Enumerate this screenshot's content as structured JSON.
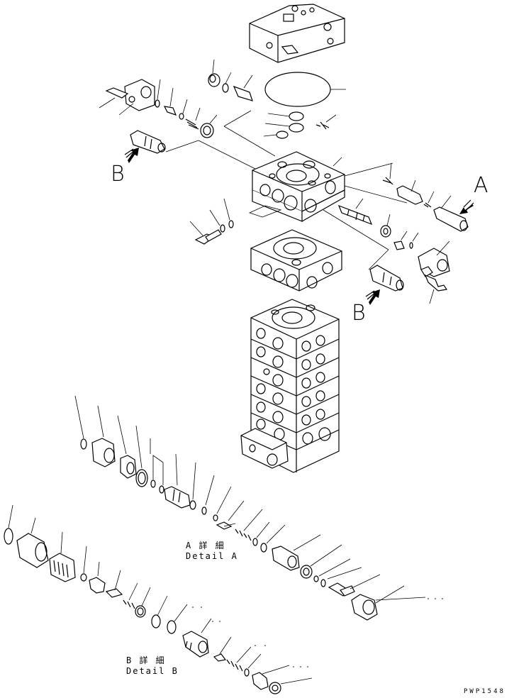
{
  "view_labels": {
    "b_left": "B",
    "a_right": "A",
    "b_right": "B"
  },
  "detail_a": {
    "jp": "A 詳 細",
    "en": "Detail A"
  },
  "detail_b": {
    "jp": "B 詳 細",
    "en": "Detail B"
  },
  "drawing_code": "PWP1548",
  "colors": {
    "ink": "#000000",
    "paper": "#ffffff"
  },
  "icons": [
    "view-arrow-icon"
  ]
}
